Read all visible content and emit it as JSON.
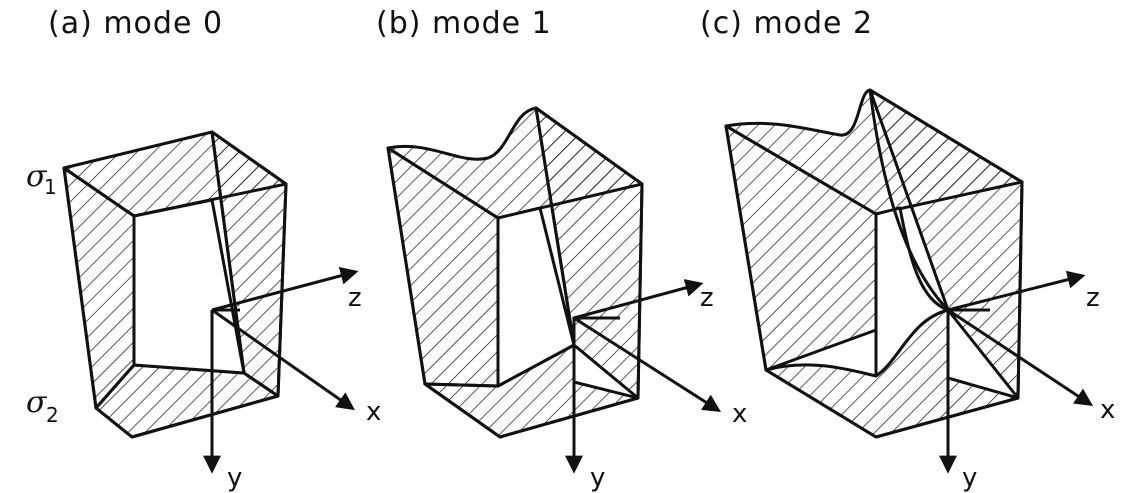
{
  "panels": [
    {
      "label": "(a) mode 0"
    },
    {
      "label": "(b) mode 1"
    },
    {
      "label": "(c) mode 2"
    }
  ],
  "stress_labels": {
    "top": {
      "symbol": "σ",
      "sub": "1"
    },
    "bottom": {
      "symbol": "σ",
      "sub": "2"
    }
  },
  "axes": {
    "x": "x",
    "y": "y",
    "z": "z"
  },
  "colors": {
    "ink": "#111111",
    "background": "#ffffff"
  }
}
